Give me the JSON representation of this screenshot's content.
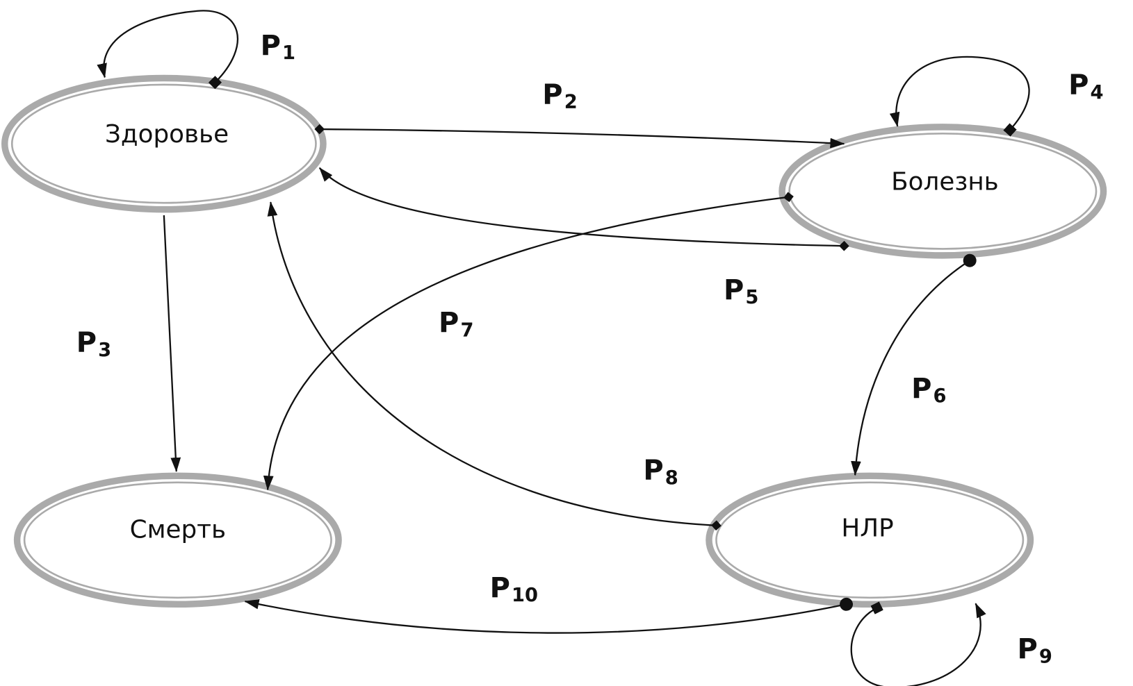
{
  "nodes": {
    "health": "Здоровье",
    "disease": "Болезнь",
    "death": "Смерть",
    "adr": "НЛР"
  },
  "edges": [
    {
      "from": "Здоровье",
      "to": "Здоровье",
      "label": "P",
      "index": "1"
    },
    {
      "from": "Здоровье",
      "to": "Болезнь",
      "label": "P",
      "index": "2"
    },
    {
      "from": "Здоровье",
      "to": "Смерть",
      "label": "P",
      "index": "3"
    },
    {
      "from": "Болезнь",
      "to": "Болезнь",
      "label": "P",
      "index": "4"
    },
    {
      "from": "Болезнь",
      "to": "Здоровье",
      "label": "P",
      "index": "5"
    },
    {
      "from": "Болезнь",
      "to": "НЛР",
      "label": "P",
      "index": "6"
    },
    {
      "from": "Болезнь",
      "to": "Смерть",
      "label": "P",
      "index": "7"
    },
    {
      "from": "НЛР",
      "to": "Здоровье",
      "label": "P",
      "index": "8"
    },
    {
      "from": "НЛР",
      "to": "НЛР",
      "label": "P",
      "index": "9"
    },
    {
      "from": "НЛР",
      "to": "Смерть",
      "label": "P",
      "index": "10"
    }
  ],
  "colors": {
    "node_border": "#aaaaaa",
    "edge": "#111111"
  }
}
